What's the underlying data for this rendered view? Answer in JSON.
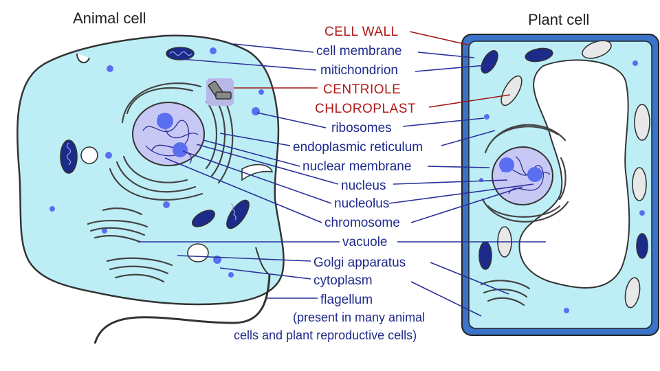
{
  "titles": {
    "animal": "Animal cell",
    "plant": "Plant cell"
  },
  "labels": {
    "cell_wall": "CELL WALL",
    "cell_membrane": "cell membrane",
    "mitochondrion": "mitichondrion",
    "centriole": "CENTRIOLE",
    "chloroplast": "CHLOROPLAST",
    "ribosomes": "ribosomes",
    "er": "endoplasmic reticulum",
    "nuclear_membrane": "nuclear membrane",
    "nucleus": "nucleus",
    "nucleolus": "nucleolus",
    "chromosome": "chromosome",
    "vacuole": "vacuole",
    "golgi": "Golgi apparatus",
    "cytoplasm": "cytoplasm",
    "flagellum": "flagellum",
    "note_line1": "(present in many animal",
    "note_line2": "cells and plant reproductive cells)"
  },
  "colors": {
    "cytoplasm": "#bdeef5",
    "nucleus": "#c8c8f4",
    "nucleolus": "#5a6ef0",
    "cell_wall": "#3a73c8",
    "label_blue": "#1e2a8c",
    "label_red": "#b01818",
    "mitochondrion_fill": "#1c2a8a"
  }
}
